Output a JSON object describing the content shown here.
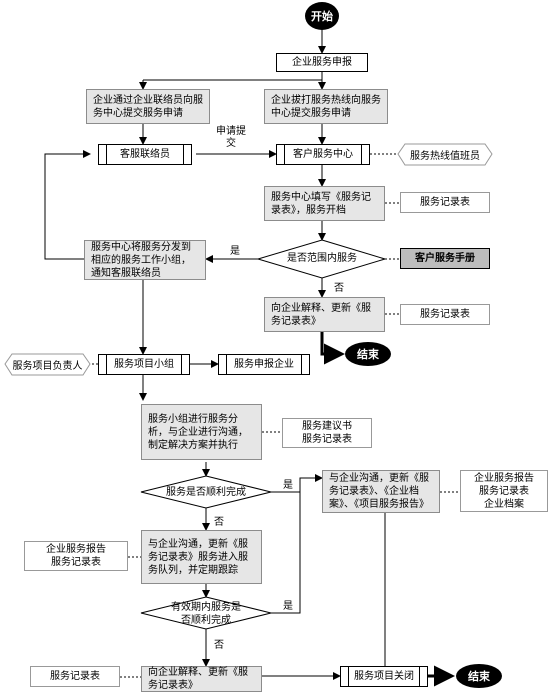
{
  "nodes": {
    "start": "开始",
    "apply": "企业服务申报",
    "via_liaison": "企业通过企业联络员向服务中心提交服务申请",
    "via_hotline": "企业拔打服务热线向服务中心提交服务申请",
    "liaison": "客服联络员",
    "submit": "申请提交",
    "service_center": "客户服务中心",
    "hotline_duty": "服务热线值班员",
    "fill_record": "服务中心填写《服务记录表》，服务开档",
    "doc_record_1": "服务记录表",
    "in_scope": "是否范围内服务",
    "yes_1": "是",
    "no_1": "否",
    "manual": "客户服务手册",
    "assign": "服务中心将服务分发到相应的服务工作小组，通知客服联络员",
    "explain_1": "向企业解释、更新《服务记录表》",
    "doc_record_2": "服务记录表",
    "end_1": "结束",
    "project_lead": "服务项目负责人",
    "project_group": "服务项目小组",
    "applicant": "服务申报企业",
    "analysis": "服务小组进行服务分析，与企业进行沟通，制定解决方案并执行",
    "doc_proposal": "服务建议书\n服务记录表",
    "smooth": "服务是否顺利完成",
    "yes_2": "是",
    "no_2": "否",
    "communicate_1": "与企业沟通，更新《服务记录表》、《企业档案》、《项目服务报告》",
    "doc_report": "企业服务报告\n服务记录表\n企业档案",
    "queue": "与企业沟通，更新《服务记录表》服务进入服务队列，并定期跟踪",
    "doc_report_2": "企业服务报告\n服务记录表",
    "valid_period": "有效期内服务是否顺利完成",
    "yes_3": "是",
    "no_3": "否",
    "doc_record_3": "服务记录表",
    "explain_2": "向企业解释、更新《服务记录表》",
    "close": "服务项目关闭",
    "end_2": "结束"
  }
}
